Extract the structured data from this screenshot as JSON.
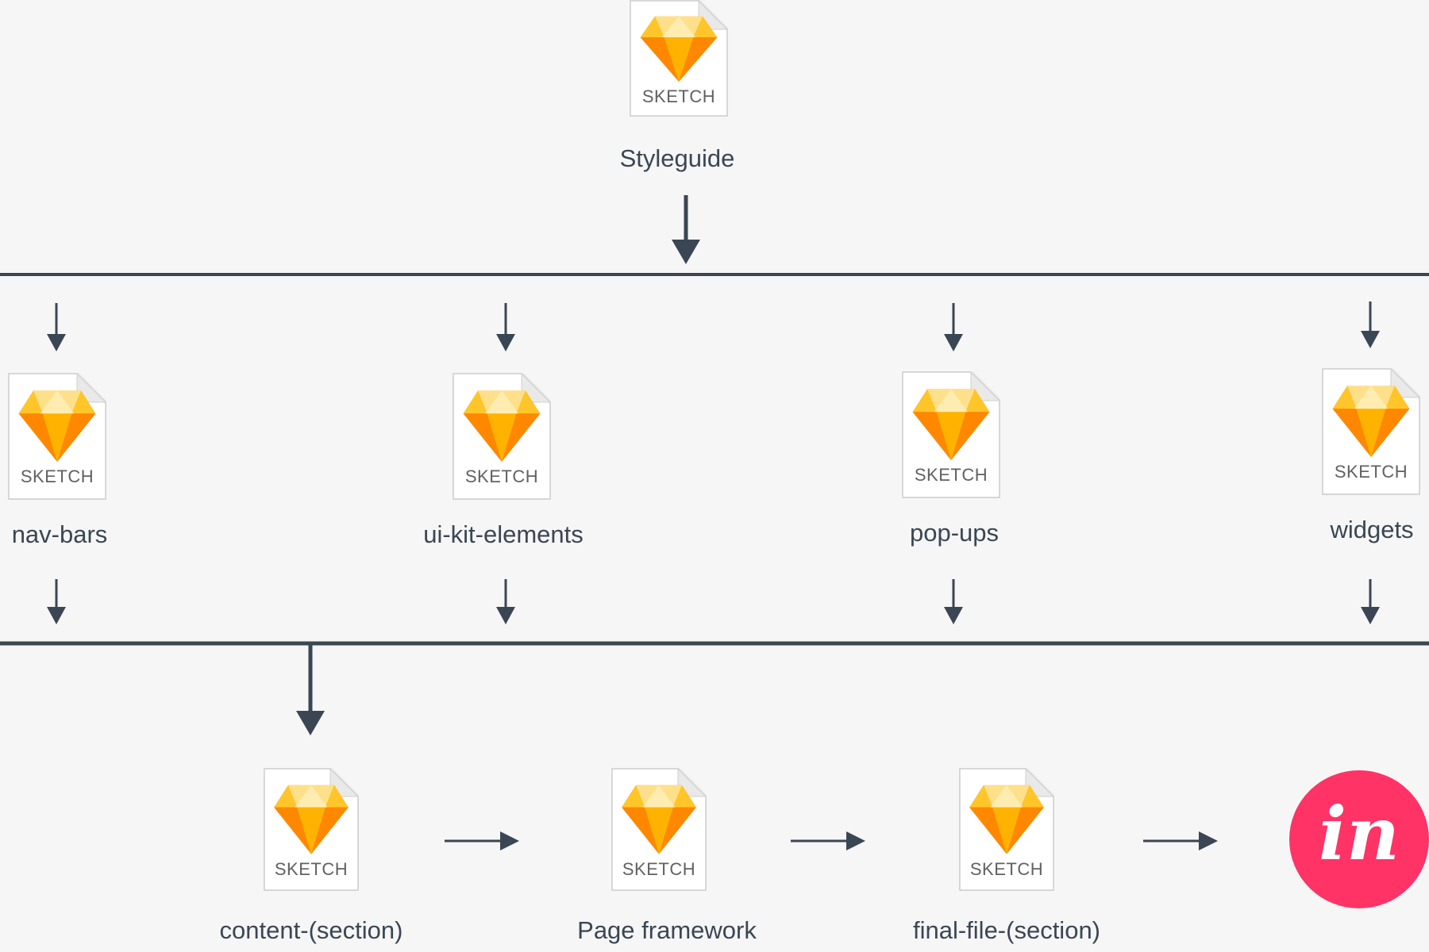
{
  "doc_tag": "SKETCH",
  "colors": {
    "background": "#f6f6f6",
    "connector": "#3b4654",
    "label": "#3b4654",
    "invision_pink": "#ff3366",
    "gem_orange": "#ff9d00",
    "gem_yellow": "#ffd33d"
  },
  "icons": {
    "file": "sketch-file-icon",
    "gem": "sketch-diamond-icon",
    "app": "invision-logo-icon"
  },
  "nodes": {
    "styleguide": {
      "label": "Styleguide"
    },
    "nav_bars": {
      "label": "nav-bars"
    },
    "ui_kit_elements": {
      "label": "ui-kit-elements"
    },
    "pop_ups": {
      "label": "pop-ups"
    },
    "widgets": {
      "label": "widgets"
    },
    "content_section": {
      "label": "content-(section)"
    },
    "page_framework": {
      "label": "Page framework"
    },
    "final_file_section": {
      "label": "final-file-(section)"
    },
    "invision": {
      "label": "in"
    }
  }
}
